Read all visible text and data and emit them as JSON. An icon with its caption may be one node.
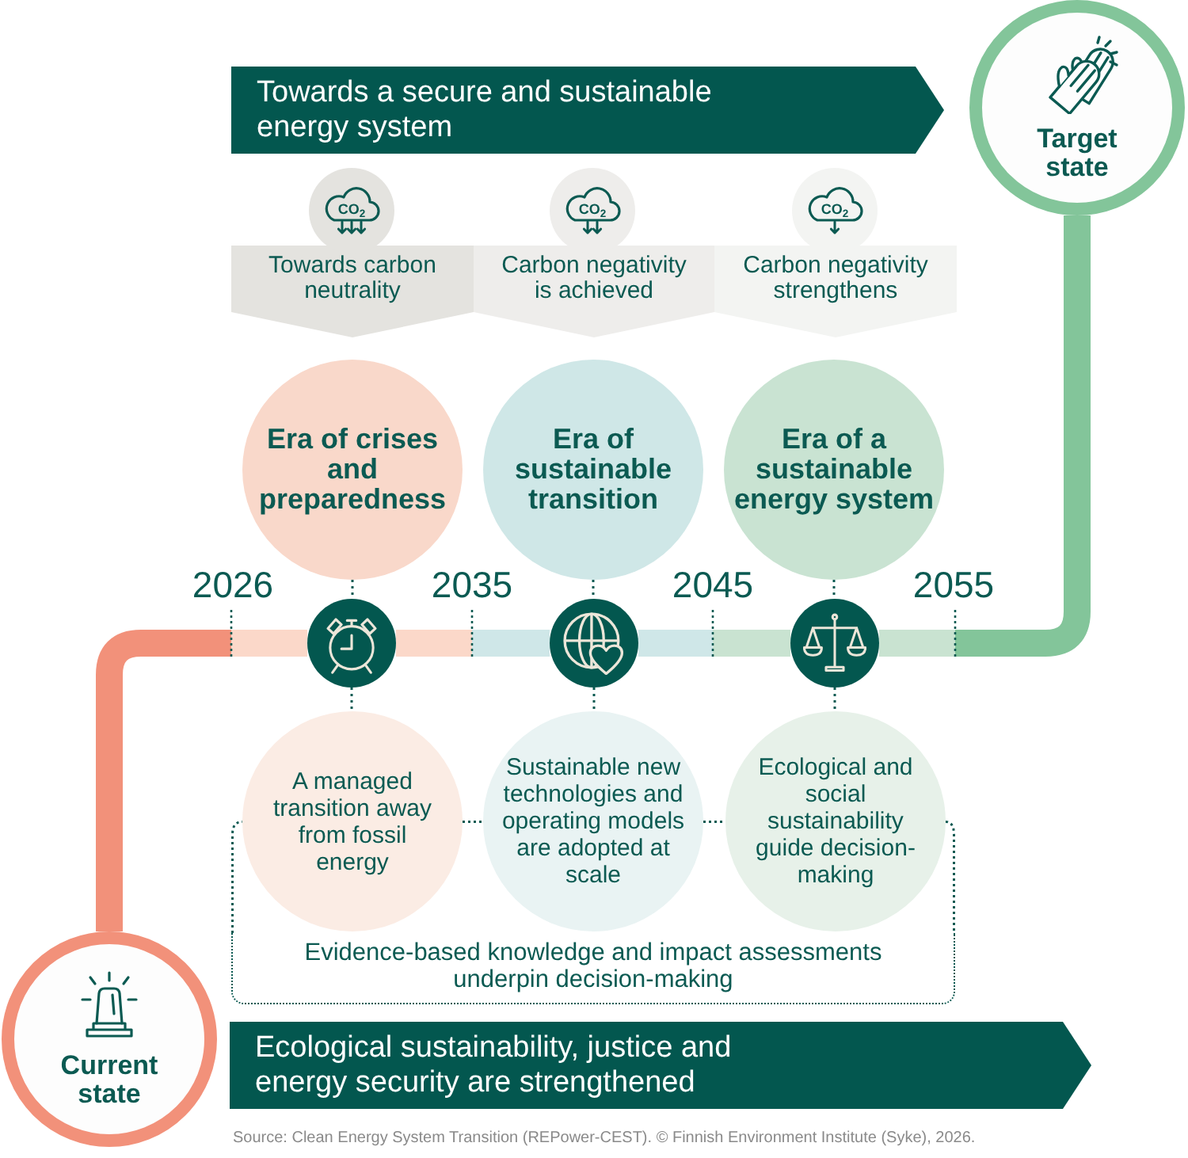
{
  "diagram": {
    "caption": "Source: Clean Energy System Transition (REPower-CEST). © Finnish Environment Institute (Syke), 2026.",
    "nodes": [
      {
        "text": [
          "Towards a secure and sustainable energy system"
        ]
      },
      {
        "text": [
          "Target state"
        ]
      },
      {
        "text": [
          "Towards carbon neutrality"
        ]
      },
      {
        "text": [
          "Carbon negativity is achieved"
        ]
      },
      {
        "text": [
          "Carbon negativity strengthens"
        ]
      },
      {
        "text": [
          "Era of crises and preparedness"
        ]
      },
      {
        "text": [
          "Era of sustainable transition"
        ]
      },
      {
        "text": [
          "Era of a sustainable energy system"
        ]
      },
      {
        "text": [],
        "shape": "circle"
      },
      {
        "text": [],
        "shape": "circle"
      },
      {
        "text": [],
        "shape": "circle"
      },
      {
        "text": [
          "A managed transition away from fossil energy"
        ]
      },
      {
        "text": [
          "Sustainable new technologies and operating models are adopted at scale"
        ]
      },
      {
        "text": [
          "Ecological and social sustainability guide decision-making"
        ]
      },
      {
        "text": [
          "Evidence-based knowledge and impact assessments underpin decision-making"
        ]
      },
      {
        "text": [
          "Current state"
        ]
      },
      {
        "text": [
          "Ecological sustainability, justice and energy security are strengthened"
        ]
      }
    ],
    "edges": [
      {
        "from": 15,
        "to": 8,
        "arrow": "none",
        "style": "thick"
      },
      {
        "from": 8,
        "to": 9,
        "arrow": "none",
        "style": "thick"
      },
      {
        "from": 9,
        "to": 10,
        "arrow": "none",
        "style": "thick"
      },
      {
        "from": 10,
        "to": 1,
        "arrow": "none",
        "style": "thick"
      },
      {
        "from": 5,
        "to": 8,
        "arrow": "none",
        "style": "dashed"
      },
      {
        "from": 8,
        "to": 11,
        "arrow": "none",
        "style": "dashed"
      },
      {
        "from": 6,
        "to": 9,
        "arrow": "none",
        "style": "dashed"
      },
      {
        "from": 9,
        "to": 12,
        "arrow": "none",
        "style": "dashed"
      },
      {
        "from": 7,
        "to": 10,
        "arrow": "none",
        "style": "dashed"
      },
      {
        "from": 10,
        "to": 13,
        "arrow": "none",
        "style": "dashed"
      }
    ],
    "labels": [
      "CO$_{2}$",
      "CO$_{2}$",
      "CO$_{2}$",
      "2026",
      "2035",
      "2045",
      "2055"
    ]
  }
}
